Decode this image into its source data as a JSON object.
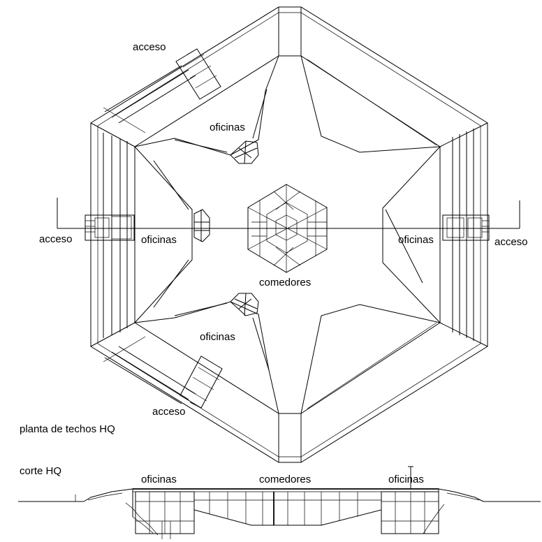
{
  "plan": {
    "labels": {
      "acceso_top": "acceso",
      "acceso_left": "acceso",
      "acceso_right": "acceso",
      "acceso_bottom": "acceso",
      "oficinas_top": "oficinas",
      "oficinas_left": "oficinas",
      "oficinas_right": "oficinas",
      "oficinas_bottom": "oficinas",
      "comedores": "comedores"
    },
    "caption": "planta de techos HQ"
  },
  "section": {
    "caption": "corte HQ",
    "labels": {
      "oficinas_left": "oficinas",
      "comedores": "comedores",
      "oficinas_right": "oficinas"
    }
  },
  "colors": {
    "line": "#000000",
    "background": "#ffffff"
  }
}
